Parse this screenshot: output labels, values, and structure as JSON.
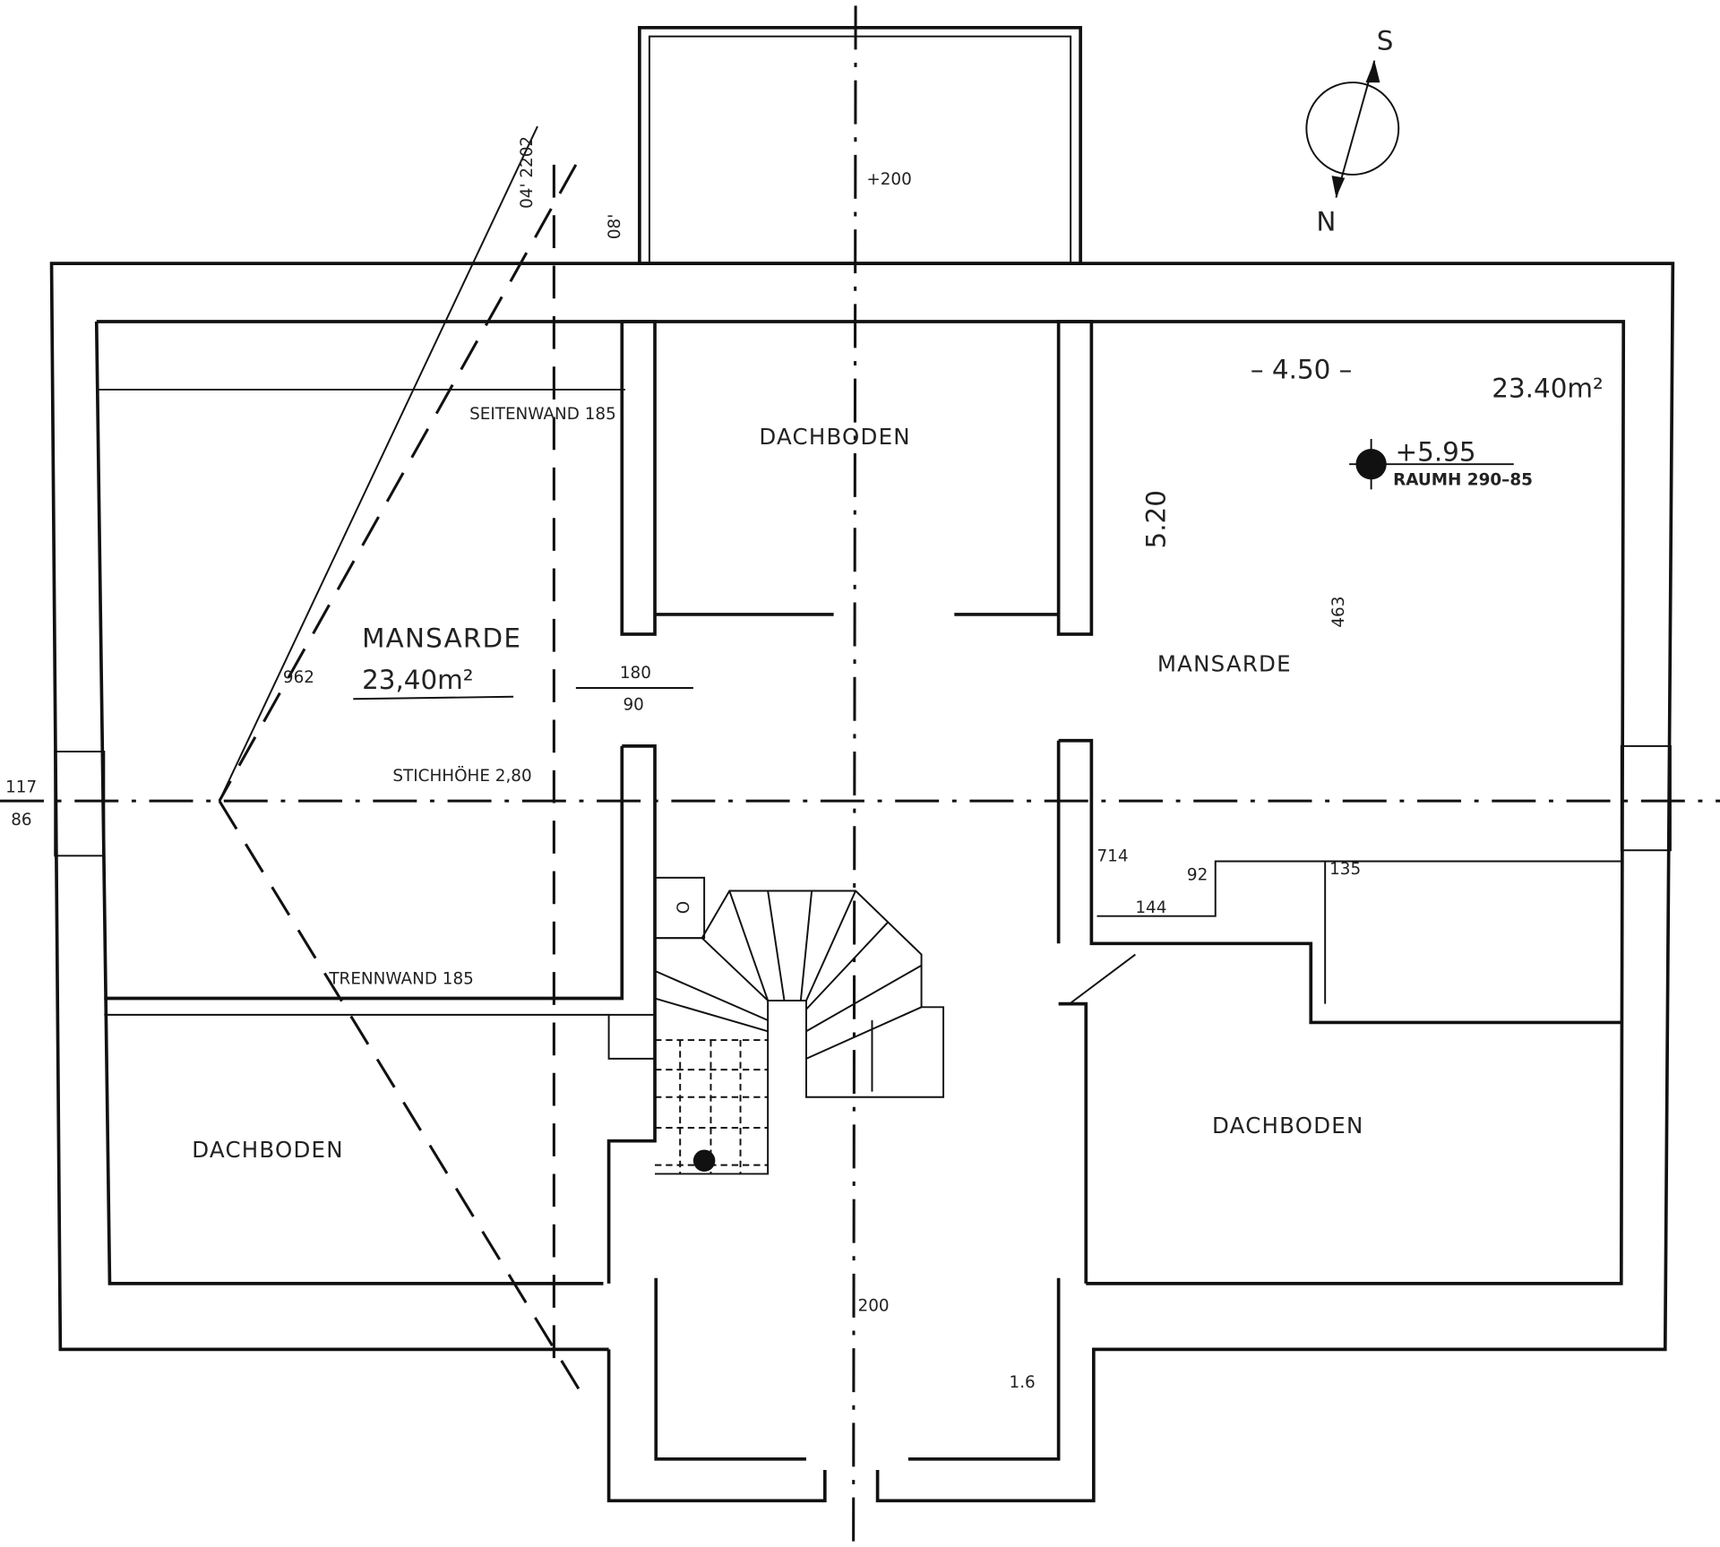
{
  "plan": {
    "rooms": {
      "top_attic": "DACHBODEN",
      "left_mansard": "MANSARDE",
      "left_mansard_area": "23,40m²",
      "right_mansard": "MANSARDE",
      "right_mansard_area": "23.40m²",
      "bottom_left_attic": "DACHBODEN",
      "bottom_right_attic": "DACHBODEN"
    },
    "annotations": {
      "side_wall": "SEITENWAND 185",
      "partition_wall": "TRENNWAND 185",
      "ridge_height": "STICHHÖHE 2,80",
      "door_top": "180",
      "door_bottom": "90",
      "window_top": "117",
      "window_bottom": "86",
      "width_dim": "– 4.50 –",
      "depth_dim": "5.20",
      "level": "+5.95",
      "room_height": "RAUMH 290–85",
      "annex_top": "+200",
      "hall_bottom": "200",
      "hall_small": "1.6",
      "right_small": "463",
      "step_a": "92",
      "step_b": "135",
      "step_c": "714",
      "step_d": "144",
      "left_small": "962",
      "stair_mark": "O",
      "diag_label": "04' 2202",
      "diag_mark": "08'"
    },
    "compass": {
      "south": "S",
      "north": "N"
    }
  }
}
